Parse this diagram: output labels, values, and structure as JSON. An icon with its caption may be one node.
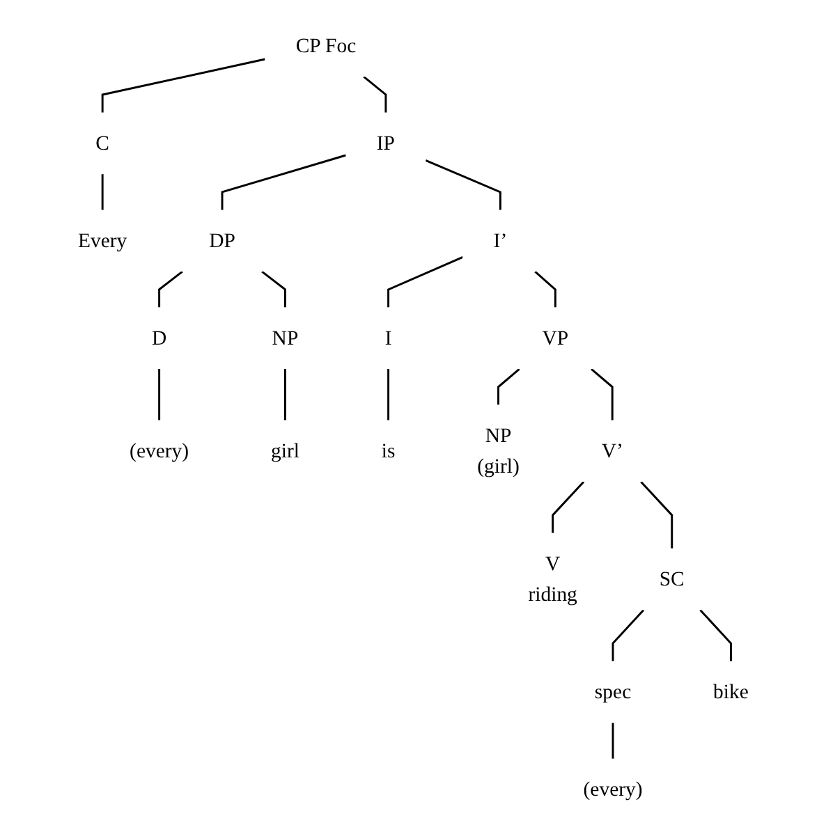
{
  "diagram": {
    "nodes": [
      {
        "text": [
          "CP Foc"
        ]
      },
      {
        "text": [
          "C"
        ]
      },
      {
        "text": [
          "IP"
        ]
      },
      {
        "text": [
          "Every"
        ]
      },
      {
        "text": [
          "DP"
        ]
      },
      {
        "text": [
          "I’"
        ]
      },
      {
        "text": [
          "D"
        ]
      },
      {
        "text": [
          "NP"
        ]
      },
      {
        "text": [
          "I"
        ]
      },
      {
        "text": [
          "VP"
        ]
      },
      {
        "text": [
          "(every)"
        ]
      },
      {
        "text": [
          "girl"
        ]
      },
      {
        "text": [
          "is"
        ]
      },
      {
        "text": [
          "NP",
          "(girl)"
        ]
      },
      {
        "text": [
          "V’"
        ]
      },
      {
        "text": [
          "V",
          "riding"
        ]
      },
      {
        "text": [
          "SC"
        ]
      },
      {
        "text": [
          "spec"
        ]
      },
      {
        "text": [
          "bike"
        ]
      },
      {
        "text": [
          "(every)"
        ]
      }
    ],
    "edges": [
      {
        "from": 0,
        "to": 1,
        "arrow": "none"
      },
      {
        "from": 0,
        "to": 2,
        "arrow": "none"
      },
      {
        "from": 1,
        "to": 3,
        "arrow": "none"
      },
      {
        "from": 2,
        "to": 4,
        "arrow": "none"
      },
      {
        "from": 2,
        "to": 5,
        "arrow": "none"
      },
      {
        "from": 4,
        "to": 6,
        "arrow": "none"
      },
      {
        "from": 4,
        "to": 7,
        "arrow": "none"
      },
      {
        "from": 5,
        "to": 8,
        "arrow": "none"
      },
      {
        "from": 5,
        "to": 9,
        "arrow": "none"
      },
      {
        "from": 6,
        "to": 10,
        "arrow": "none"
      },
      {
        "from": 7,
        "to": 11,
        "arrow": "none"
      },
      {
        "from": 8,
        "to": 12,
        "arrow": "none"
      },
      {
        "from": 9,
        "to": 13,
        "arrow": "none"
      },
      {
        "from": 9,
        "to": 14,
        "arrow": "none"
      },
      {
        "from": 14,
        "to": 15,
        "arrow": "none"
      },
      {
        "from": 14,
        "to": 16,
        "arrow": "none"
      },
      {
        "from": 16,
        "to": 17,
        "arrow": "none"
      },
      {
        "from": 16,
        "to": 18,
        "arrow": "none"
      },
      {
        "from": 17,
        "to": 19,
        "arrow": "none"
      }
    ]
  }
}
